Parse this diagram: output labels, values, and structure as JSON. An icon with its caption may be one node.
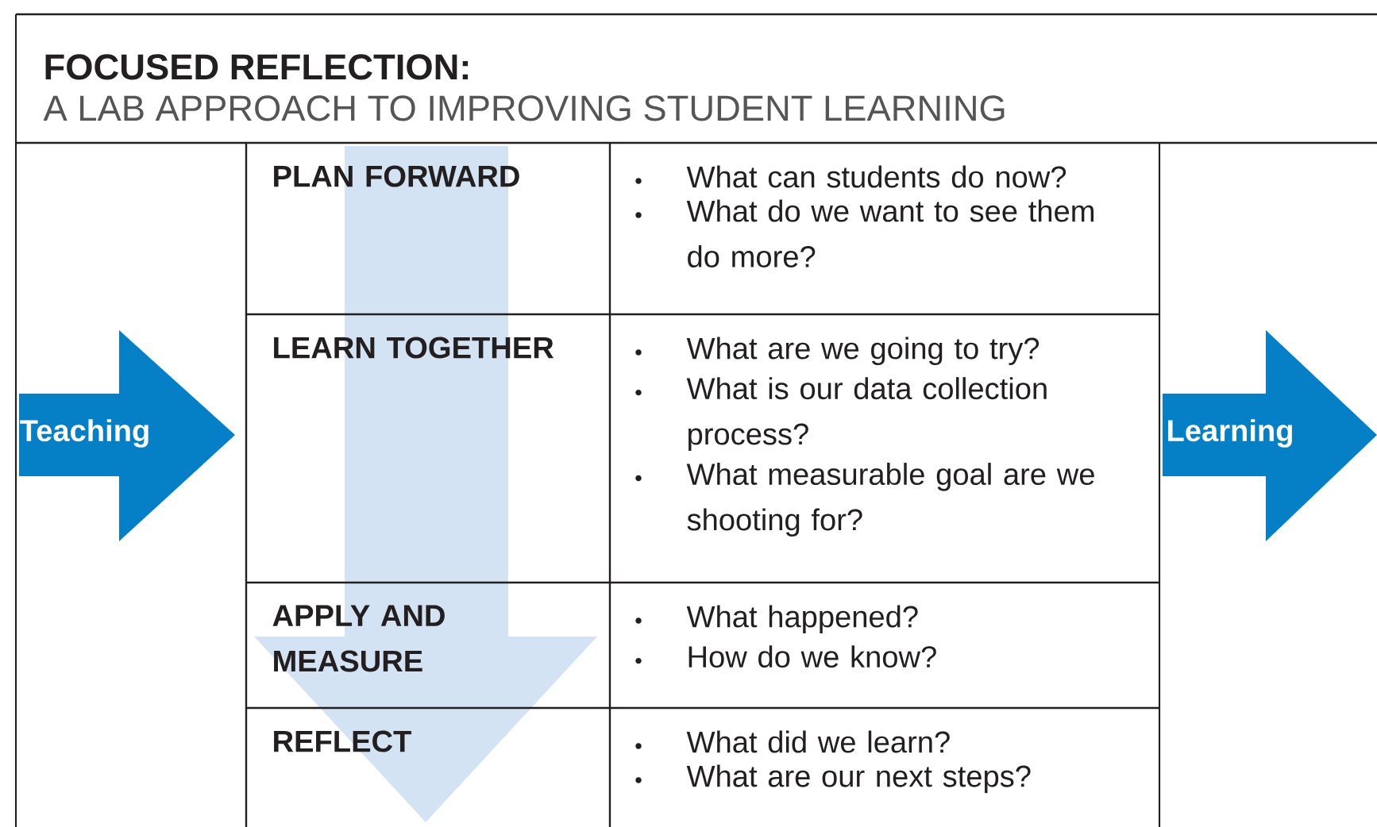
{
  "diagram": {
    "title": "FOCUSED REFLECTION:",
    "nodes": [
      {
        "text": [
          "Teaching"
        ]
      },
      {
        "text": [
          "Learning"
        ]
      }
    ],
    "labels": [
      "A LAB APPROACH TO IMPROVING STUDENT LEARNING",
      "PLAN FORWARD",
      "What can students do now?",
      "What do we want to see them do more?",
      "LEARN TOGETHER",
      "What are we going to try?",
      "What is our data collection process?",
      "What measurable goal are we shooting for?",
      "APPLY AND MEASURE",
      "What happened?",
      "How do we know?",
      "REFLECT",
      "What did we learn?",
      "What are our next steps?"
    ]
  }
}
